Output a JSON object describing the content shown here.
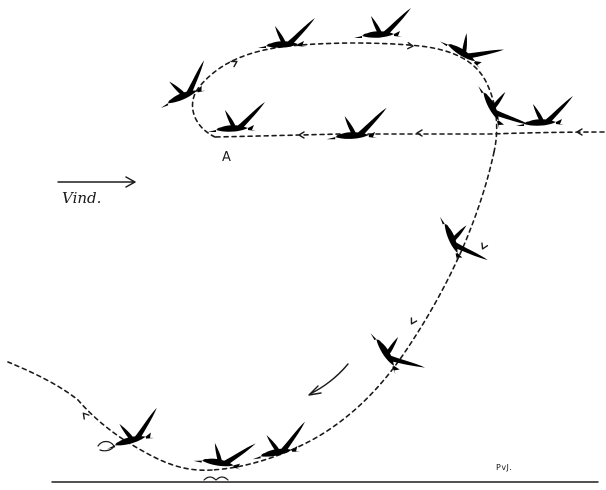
{
  "labels": {
    "wind": "Vind.",
    "point": "A",
    "signature": "PvJ."
  },
  "colors": {
    "ink": "#1a1a1a",
    "paper": "#ffffff"
  }
}
